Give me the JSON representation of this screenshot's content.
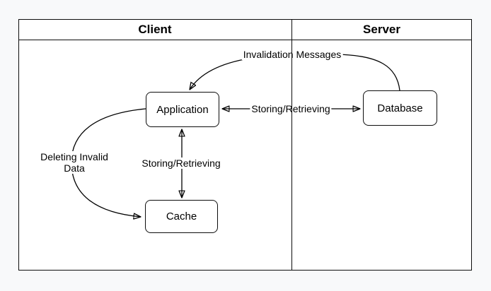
{
  "colors": {
    "page_background": "#f8f9fa",
    "table_fill": "#ffffff",
    "line": "#000000",
    "text": "#000000"
  },
  "sections": {
    "client": {
      "label": "Client"
    },
    "server": {
      "label": "Server"
    }
  },
  "nodes": {
    "application": {
      "label": "Application"
    },
    "cache": {
      "label": "Cache"
    },
    "database": {
      "label": "Database"
    }
  },
  "edges": {
    "database_to_application": {
      "label": "Invalidation Messages"
    },
    "application_database": {
      "label": "Storing/Retrieving"
    },
    "application_cache": {
      "label": "Storing/Retrieving"
    },
    "application_to_cache_delete": {
      "lines": [
        "Deleting Invalid",
        "Data"
      ]
    }
  }
}
